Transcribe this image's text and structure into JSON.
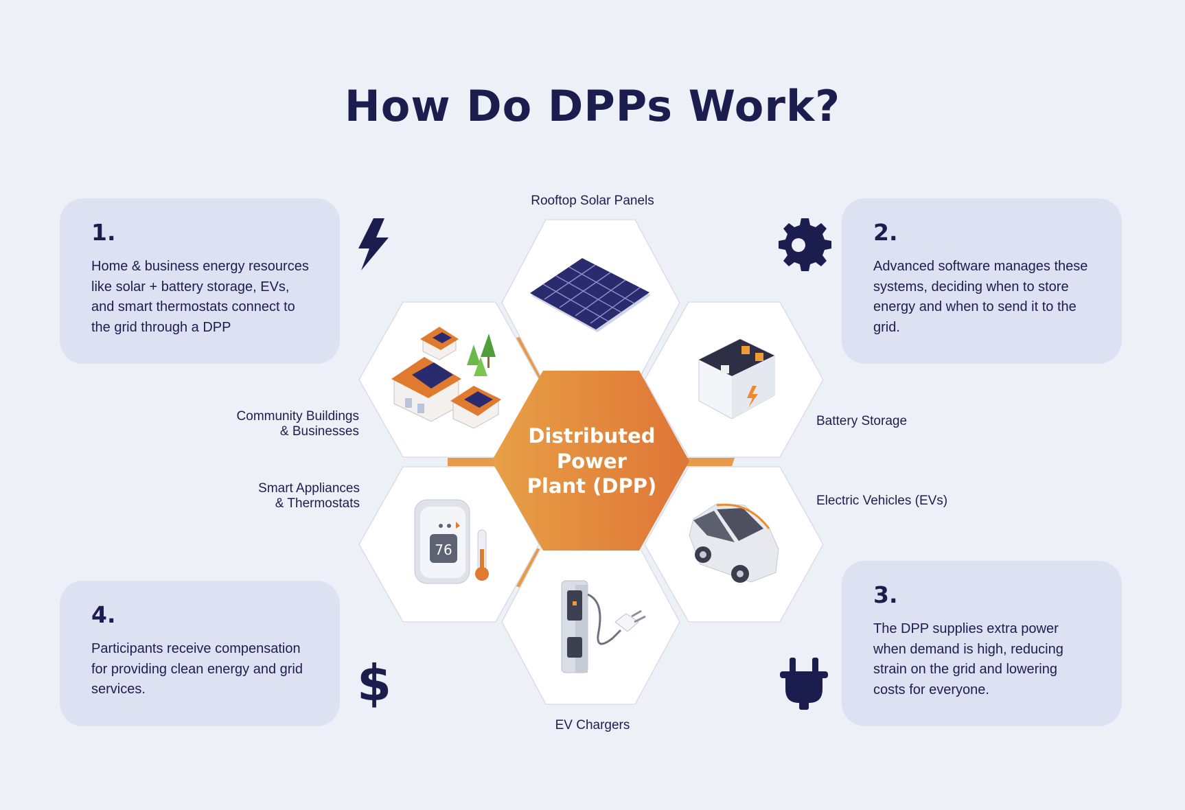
{
  "title": "How Do DPPs Work?",
  "center": {
    "line1": "Distributed",
    "line2": "Power",
    "line3": "Plant (DPP)"
  },
  "steps": [
    {
      "number": "1.",
      "text": "Home & business energy resources like solar + battery storage, EVs, and smart thermostats connect to the grid through a DPP",
      "icon": "lightning-icon"
    },
    {
      "number": "2.",
      "text": "Advanced software manages these systems, deciding when to store energy and when to send it to the grid.",
      "icon": "gear-icon"
    },
    {
      "number": "3.",
      "text": "The DPP supplies extra power when demand is high, reducing strain on the grid and lowering costs for everyone.",
      "icon": "plug-icon"
    },
    {
      "number": "4.",
      "text": "Participants receive compensation for providing clean energy and grid services.",
      "icon": "dollar-icon"
    }
  ],
  "resources": {
    "solar": "Rooftop Solar Panels",
    "battery": "Battery Storage",
    "ev": "Electric Vehicles (EVs)",
    "ev_chargers": "EV Chargers",
    "smart_line1": "Smart Appliances",
    "smart_line2": "& Thermostats",
    "community_line1": "Community Buildings",
    "community_line2": "& Businesses"
  },
  "thermostat_reading": "76",
  "colors": {
    "navy": "#1c1d4f",
    "orange": "#e0813a",
    "card": "#dde1f1",
    "background": "#edf1f7"
  }
}
